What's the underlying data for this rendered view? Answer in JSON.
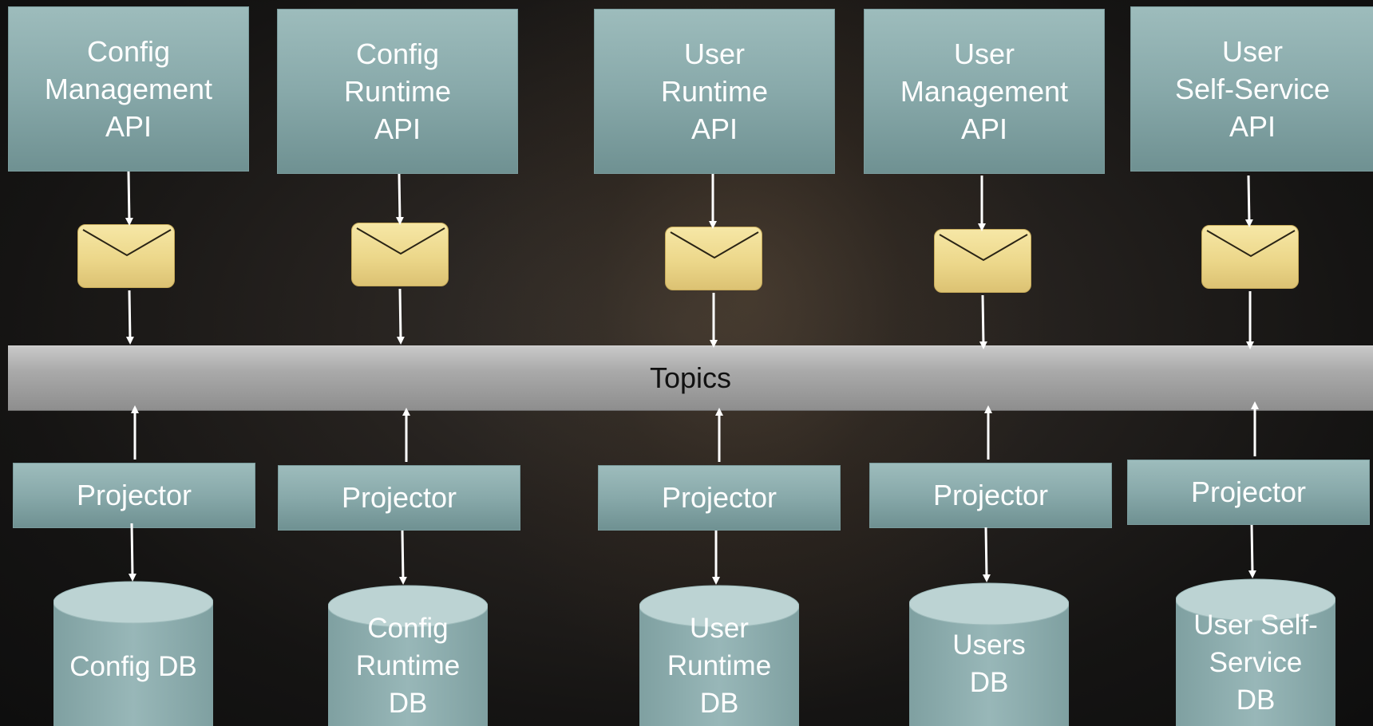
{
  "apis": [
    {
      "label": "Config\nManagement\nAPI"
    },
    {
      "label": "Config\nRuntime\nAPI"
    },
    {
      "label": "User\nRuntime\nAPI"
    },
    {
      "label": "User\nManagement\nAPI"
    },
    {
      "label": "User\nSelf-Service\nAPI"
    }
  ],
  "topics": {
    "label": "Topics"
  },
  "projectors": [
    {
      "label": "Projector"
    },
    {
      "label": "Projector"
    },
    {
      "label": "Projector"
    },
    {
      "label": "Projector"
    },
    {
      "label": "Projector"
    }
  ],
  "databases": [
    {
      "label": "Config DB"
    },
    {
      "label": "Config\nRuntime\nDB"
    },
    {
      "label": "User\nRuntime\nDB"
    },
    {
      "label": "Users\nDB"
    },
    {
      "label": "User Self-\nService\nDB"
    }
  ],
  "colors": {
    "box_teal": "#88a9aa",
    "envelope": "#ecd78a",
    "topics_bar": "#a9a9a9",
    "arrow": "#ffffff"
  },
  "icons": {
    "message": "envelope-icon",
    "database": "cylinder-icon"
  }
}
